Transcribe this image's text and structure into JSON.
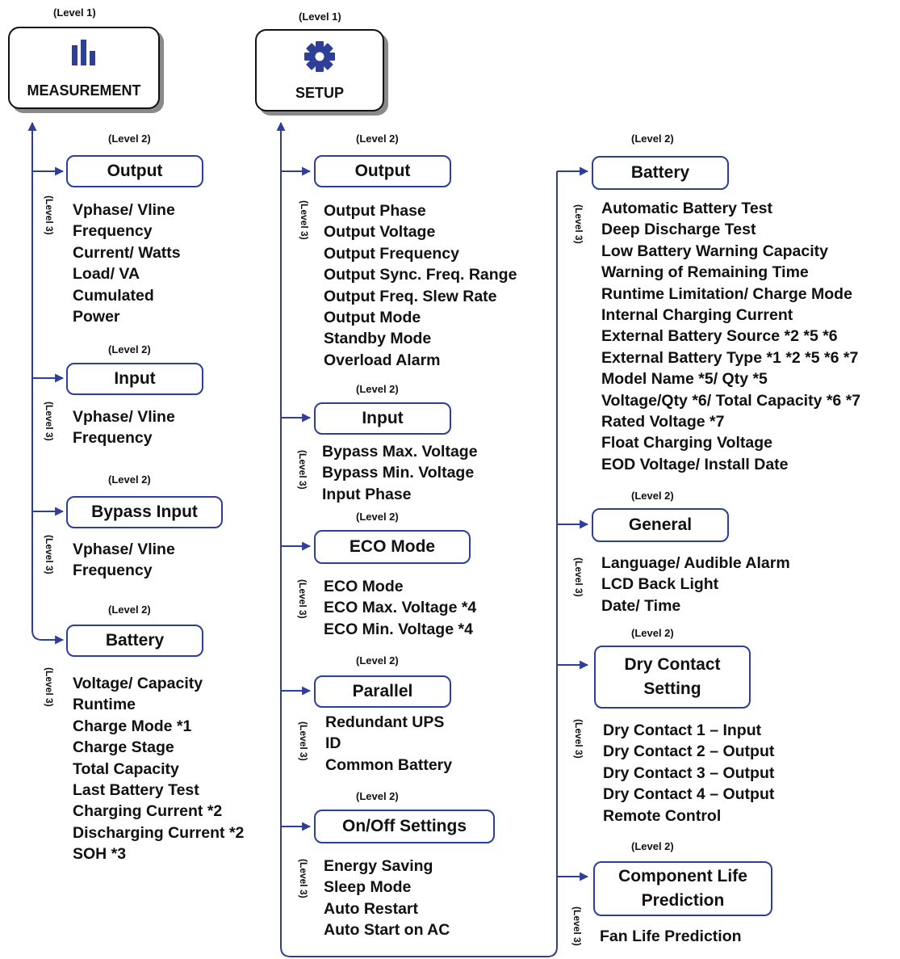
{
  "level1_label": "(Level 1)",
  "level2_label": "(Level 2)",
  "level3_label": "(Level 3)",
  "line_color": "#2e3f98",
  "measurement": {
    "title": "MEASUREMENT",
    "icon": "bar-chart-icon",
    "sections": [
      {
        "title": "Output",
        "items": [
          "Vphase/ Vline",
          "Frequency",
          "Current/ Watts",
          "Load/ VA",
          "Cumulated",
          "Power"
        ]
      },
      {
        "title": "Input",
        "items": [
          "Vphase/ Vline",
          "Frequency"
        ]
      },
      {
        "title": "Bypass Input",
        "items": [
          "Vphase/ Vline",
          "Frequency"
        ]
      },
      {
        "title": "Battery",
        "items": [
          "Voltage/ Capacity",
          "Runtime",
          "Charge Mode *1",
          "Charge Stage",
          "Total Capacity",
          "Last Battery Test",
          "Charging Current *2",
          "Discharging Current *2",
          "SOH *3"
        ]
      }
    ]
  },
  "setup": {
    "title": "SETUP",
    "icon": "gear-icon",
    "sections": [
      {
        "title": "Output",
        "items": [
          "Output Phase",
          "Output Voltage",
          "Output Frequency",
          "Output Sync. Freq. Range",
          "Output Freq. Slew Rate",
          "Output Mode",
          "Standby Mode",
          "Overload Alarm"
        ]
      },
      {
        "title": "Input",
        "items": [
          "Bypass Max. Voltage",
          "Bypass Min. Voltage",
          "Input Phase"
        ]
      },
      {
        "title": "ECO Mode",
        "items": [
          "ECO Mode",
          "ECO Max. Voltage *4",
          "ECO Min. Voltage *4"
        ]
      },
      {
        "title": "Parallel",
        "items": [
          "Redundant UPS",
          "ID",
          "Common Battery"
        ]
      },
      {
        "title": "On/Off Settings",
        "items": [
          "Energy Saving",
          "Sleep Mode",
          "Auto Restart",
          "Auto Start on AC"
        ]
      },
      {
        "title": "Battery",
        "items": [
          "Automatic Battery Test",
          "Deep Discharge Test",
          "Low Battery Warning Capacity",
          "Warning of Remaining Time",
          "Runtime Limitation/ Charge Mode",
          "Internal Charging Current",
          "External Battery Source *2 *5 *6",
          "External Battery Type *1 *2 *5 *6 *7",
          "Model Name *5/ Qty *5",
          "Voltage/Qty *6/ Total Capacity *6 *7",
          "Rated Voltage *7",
          "Float Charging Voltage",
          "EOD Voltage/ Install Date"
        ]
      },
      {
        "title": "General",
        "items": [
          "Language/ Audible Alarm",
          "LCD Back Light",
          "Date/ Time"
        ]
      },
      {
        "title": "Dry Contact Setting",
        "title_lines": [
          "Dry Contact",
          "Setting"
        ],
        "items": [
          "Dry Contact 1 – Input",
          "Dry Contact 2 – Output",
          "Dry Contact 3 – Output",
          "Dry Contact 4 – Output",
          "Remote Control"
        ]
      },
      {
        "title": "Component Life Prediction",
        "title_lines": [
          "Component Life",
          "Prediction"
        ],
        "items": [
          "Fan Life Prediction"
        ]
      }
    ]
  }
}
